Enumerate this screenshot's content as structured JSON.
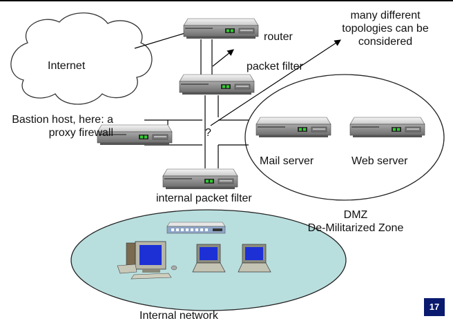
{
  "labels": {
    "internet": "Internet",
    "router": "router",
    "packet_filter": "packet filter",
    "topologies": [
      "many different",
      "topologies can be",
      "considered"
    ],
    "bastion": [
      "Bastion host, here: a",
      "proxy firewall"
    ],
    "question": "?",
    "mail_server": "Mail server",
    "web_server": "Web server",
    "internal_packet_filter": "internal packet filter",
    "dmz": [
      "DMZ",
      "De-Militarized Zone"
    ],
    "internal_network": "Internal network"
  },
  "page_number": "17",
  "colors": {
    "lan_fill": "#b9dede",
    "server_top": "#e4e4e4",
    "server_front": "#8c8c8c",
    "led": "#2fd12f",
    "page_badge": "#0a1a6e"
  }
}
